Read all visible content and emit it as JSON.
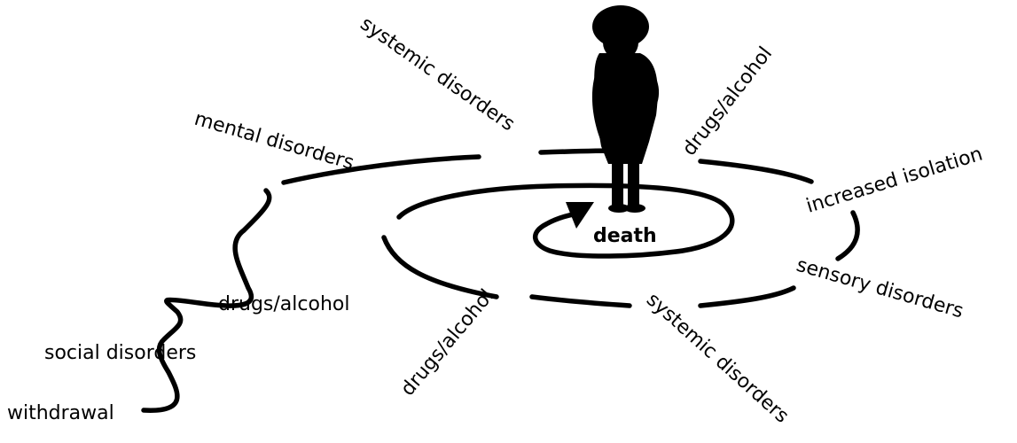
{
  "diagram": {
    "labels": {
      "death": "death",
      "mental_disorders": "mental disorders",
      "drugs_alcohol_left": "drugs/alcohol",
      "social_disorders": "social disorders",
      "withdrawal": "withdrawal",
      "systemic_disorders_top": "systemic disorders",
      "drugs_alcohol_top": "drugs/alcohol",
      "increased_isolation": "increased isolation",
      "sensory_disorders": "sensory disorders",
      "systemic_disorders_bottom": "systemic disorders",
      "drugs_alcohol_bottom": "drugs/alcohol"
    }
  }
}
